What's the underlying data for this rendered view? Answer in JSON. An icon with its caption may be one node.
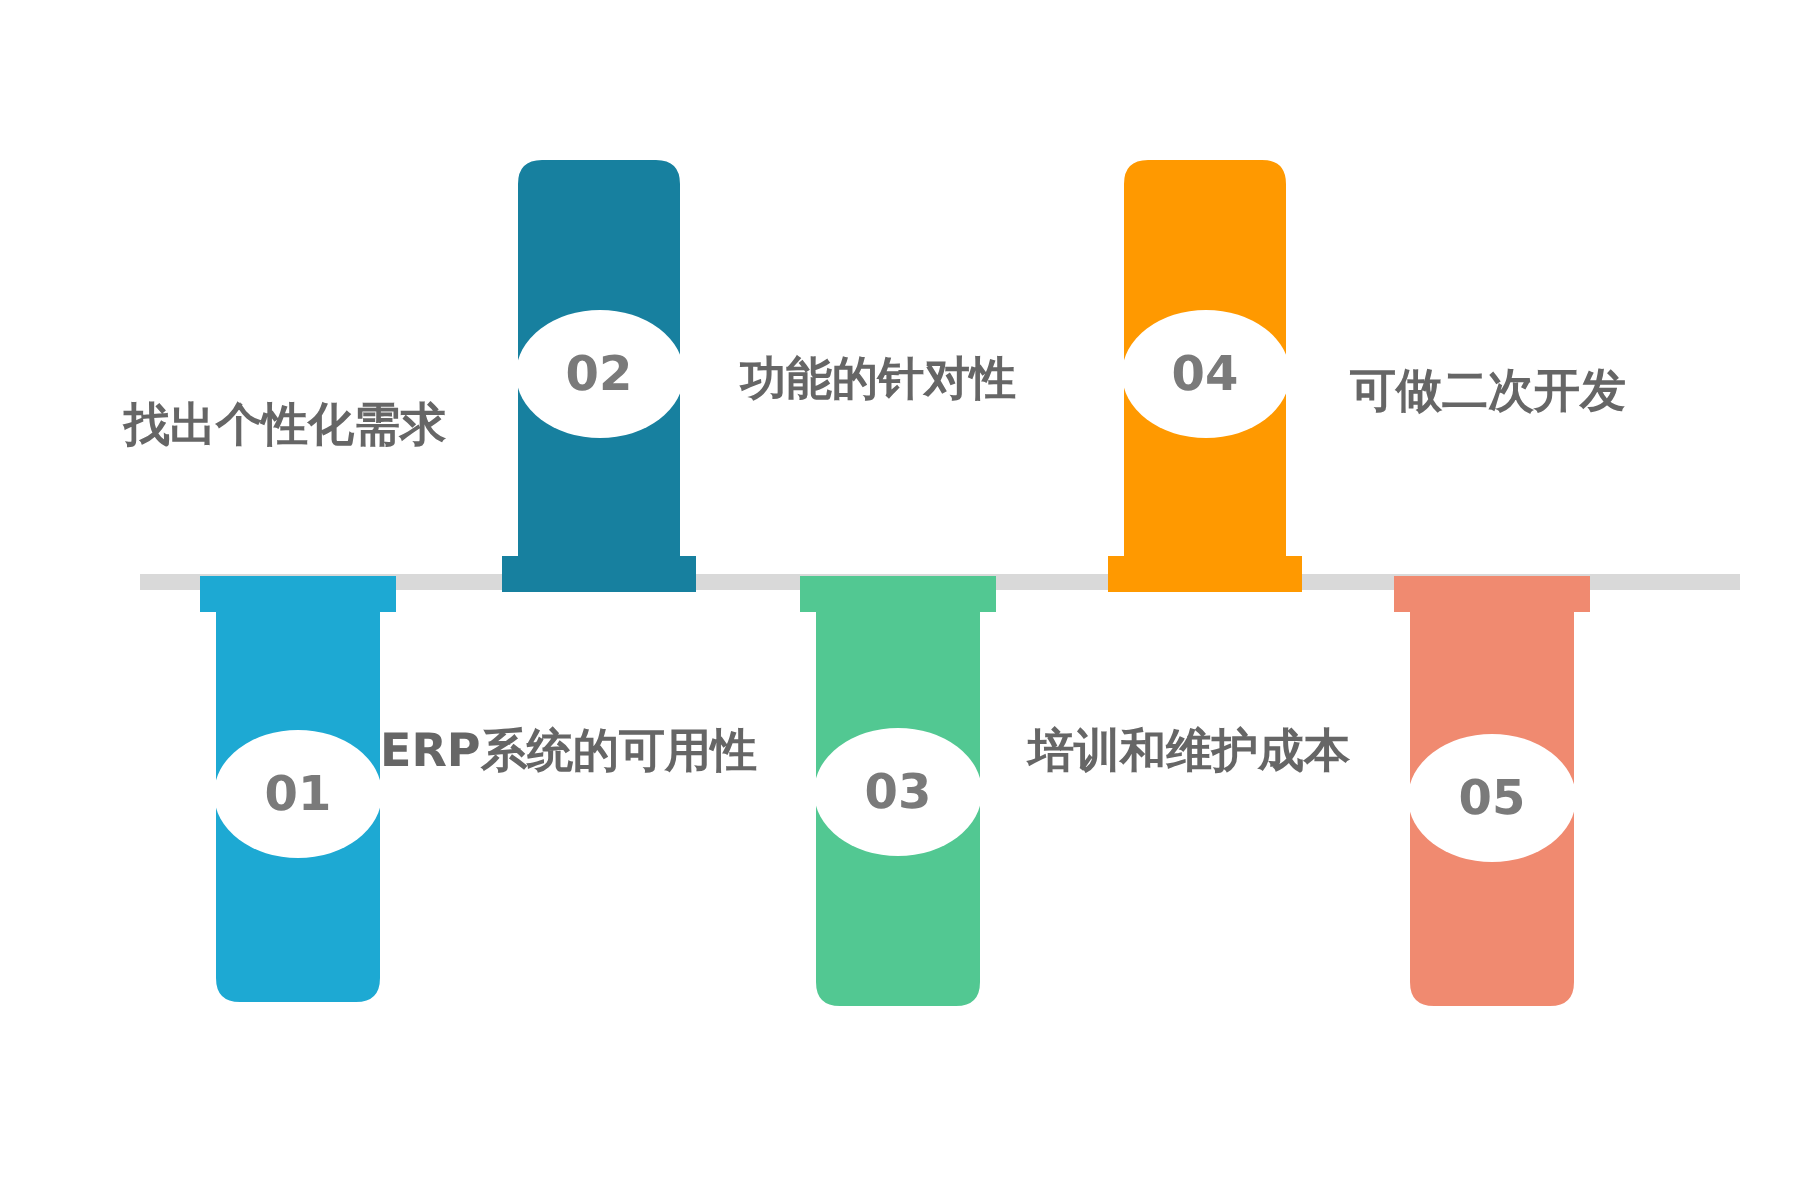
{
  "diagram": {
    "nodes": [
      {
        "text": [
          "02"
        ]
      },
      {
        "text": [
          "04"
        ]
      },
      {
        "text": [
          "01"
        ]
      },
      {
        "text": [
          "03"
        ]
      },
      {
        "text": [
          "05"
        ]
      }
    ],
    "labels": [
      "功能的针对性",
      "可做二次开发",
      "找出个性化需求",
      "ERP系统的可用性",
      "培训和维护成本"
    ]
  }
}
